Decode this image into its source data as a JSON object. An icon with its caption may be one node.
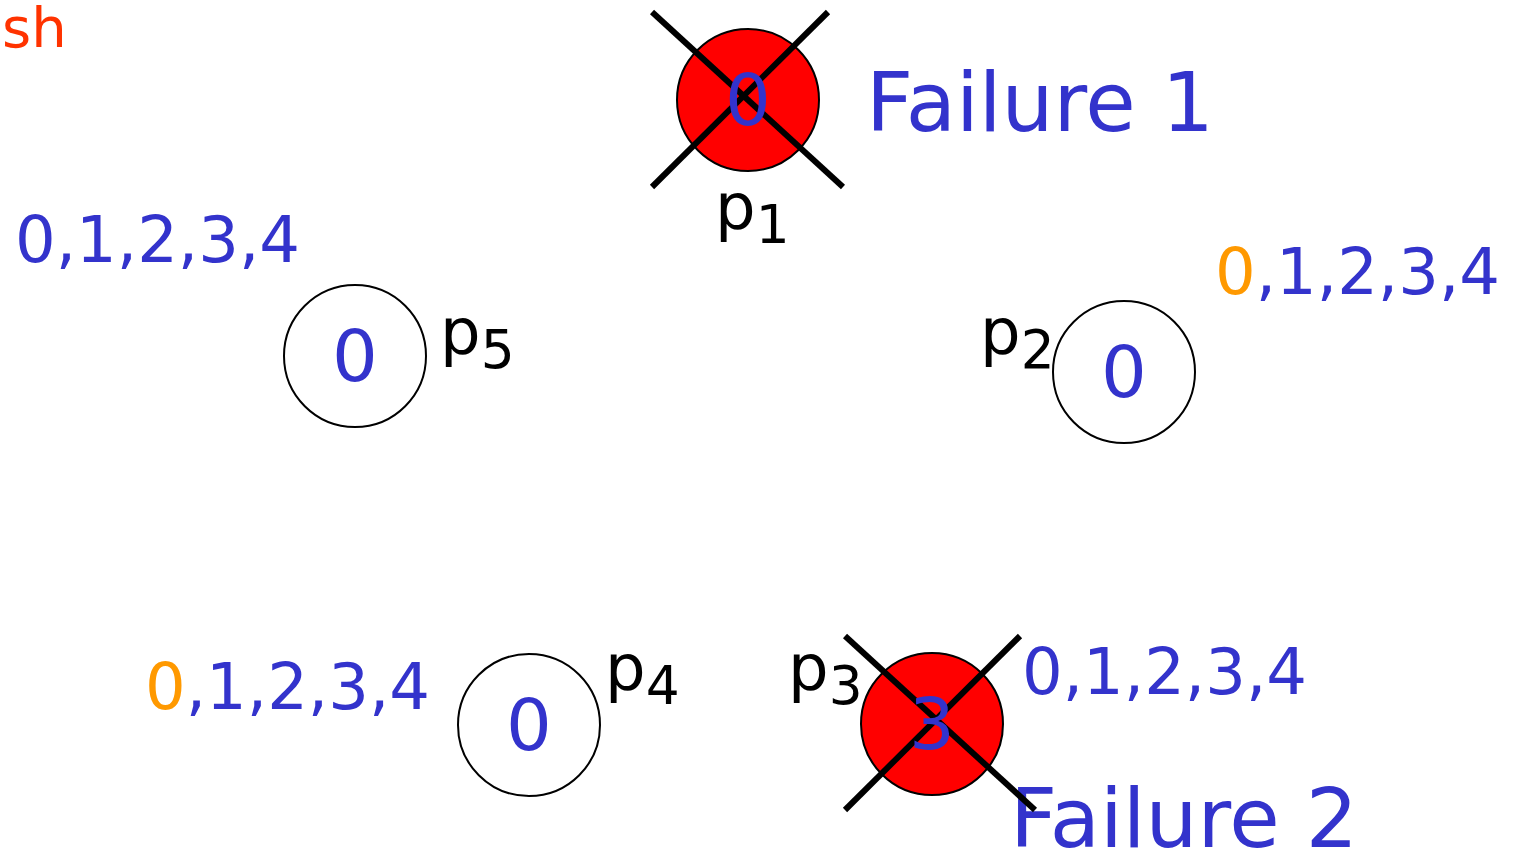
{
  "diagram": {
    "nodes": [
      {
        "text": [
          "0"
        ],
        "beside": [
          "p$_{1}$",
          "Failure 1"
        ]
      },
      {
        "text": [
          "0"
        ],
        "beside": [
          "p$_{5}$",
          "0,1,2,3,4"
        ]
      },
      {
        "text": [
          "0"
        ],
        "beside": [
          "p$_{2}$",
          "0",
          ",1,2,3,4"
        ]
      },
      {
        "text": [
          "0"
        ],
        "beside": [
          "p$_{4}$",
          "0",
          ",1,2,3,4"
        ]
      },
      {
        "text": [
          "3"
        ],
        "beside": [
          "p$_{3}$",
          "0,1,2,3,4",
          "Failure 2"
        ]
      }
    ],
    "labels": [
      "sh"
    ]
  }
}
